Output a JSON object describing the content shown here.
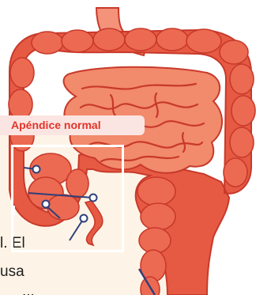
{
  "label": {
    "title": "Apéndice normal"
  },
  "caption": {
    "line1": "l. El",
    "line2": "usa",
    "line3": "..."
  },
  "colors": {
    "panel_background": "#fdf4e7",
    "label_text": "#e3342a",
    "label_background": "#fbe5e2",
    "intestine_red": "#e65a43",
    "intestine_dark": "#c8392a",
    "intestine_light": "#f28a6c",
    "stomach_outlet": "#f4937a",
    "pointer_line": "#2f3f7a",
    "frame": "#ffffff"
  }
}
